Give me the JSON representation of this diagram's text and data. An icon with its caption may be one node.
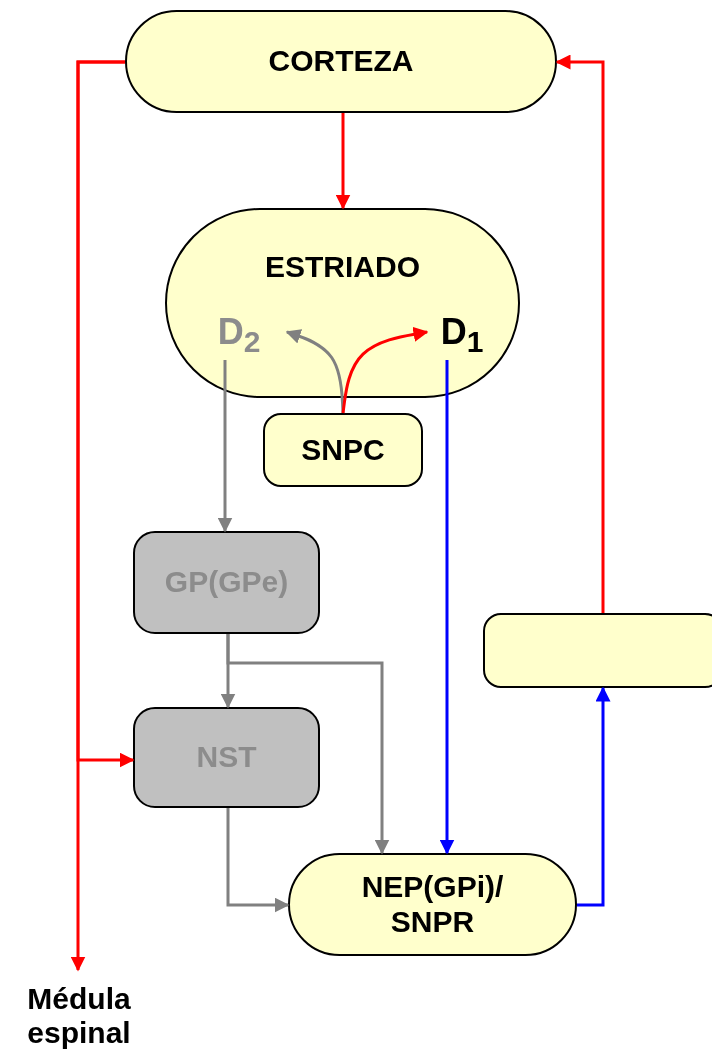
{
  "diagram": {
    "nodes": [
      {
        "text": [
          "CORTEZA"
        ]
      },
      {
        "text": [
          "ESTRIADO"
        ]
      },
      {
        "text": [
          "D$_{2}$"
        ],
        "in": 1
      },
      {
        "text": [
          "D$_{1}$"
        ],
        "in": 1
      },
      {
        "text": [
          "SNPC"
        ]
      },
      {
        "text": [
          "GP(GPe)"
        ]
      },
      {
        "text": [
          "NST"
        ]
      },
      {
        "text": [
          "NEP(GPi)/ SNPR"
        ]
      },
      {
        "text": [],
        "shape": "box"
      },
      {
        "text": [
          "Médula espinal"
        ]
      }
    ],
    "edges": [
      {
        "from": 0,
        "to": 1,
        "arrow": "to",
        "color": "#ff0000"
      },
      {
        "from": 4,
        "to": 2,
        "arrow": "to",
        "color": "#808080"
      },
      {
        "from": 4,
        "to": 3,
        "arrow": "to",
        "color": "#ff0000"
      },
      {
        "from": 2,
        "to": 5,
        "arrow": "to",
        "color": "#808080"
      },
      {
        "from": 3,
        "to": 7,
        "arrow": "to",
        "color": "#0000ff"
      },
      {
        "from": 5,
        "to": 6,
        "arrow": "to",
        "color": "#808080"
      },
      {
        "from": 5,
        "to": 7,
        "arrow": "to",
        "color": "#808080"
      },
      {
        "from": 6,
        "to": 7,
        "arrow": "to",
        "color": "#808080"
      },
      {
        "from": 7,
        "to": 8,
        "arrow": "to",
        "color": "#0000ff"
      },
      {
        "from": 8,
        "to": 0,
        "arrow": "to",
        "color": "#ff0000"
      },
      {
        "from": 0,
        "to": 9,
        "arrow": "to",
        "color": "#ff0000"
      },
      {
        "from": 0,
        "to": 6,
        "arrow": "to",
        "color": "#ff0000"
      }
    ]
  }
}
